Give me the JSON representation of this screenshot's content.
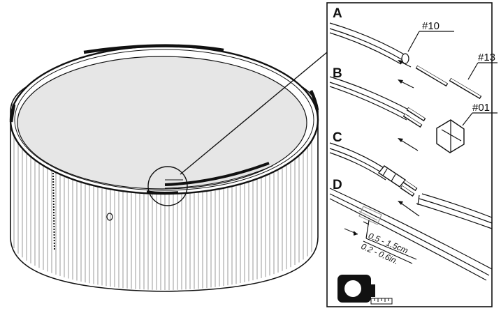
{
  "steps": [
    "A",
    "B",
    "C",
    "D"
  ],
  "parts": {
    "rail": "#10",
    "pin": "#13",
    "connector": "#01"
  },
  "measurement": {
    "metric": "0.5 - 1.5cm",
    "imperial": "0.2 - 0.6in."
  },
  "icons": [
    "measuring-tape-icon",
    "arrow-icon"
  ],
  "colors": {
    "line": "#111111",
    "pool_floor": "#e6e6e6",
    "background": "#ffffff"
  }
}
